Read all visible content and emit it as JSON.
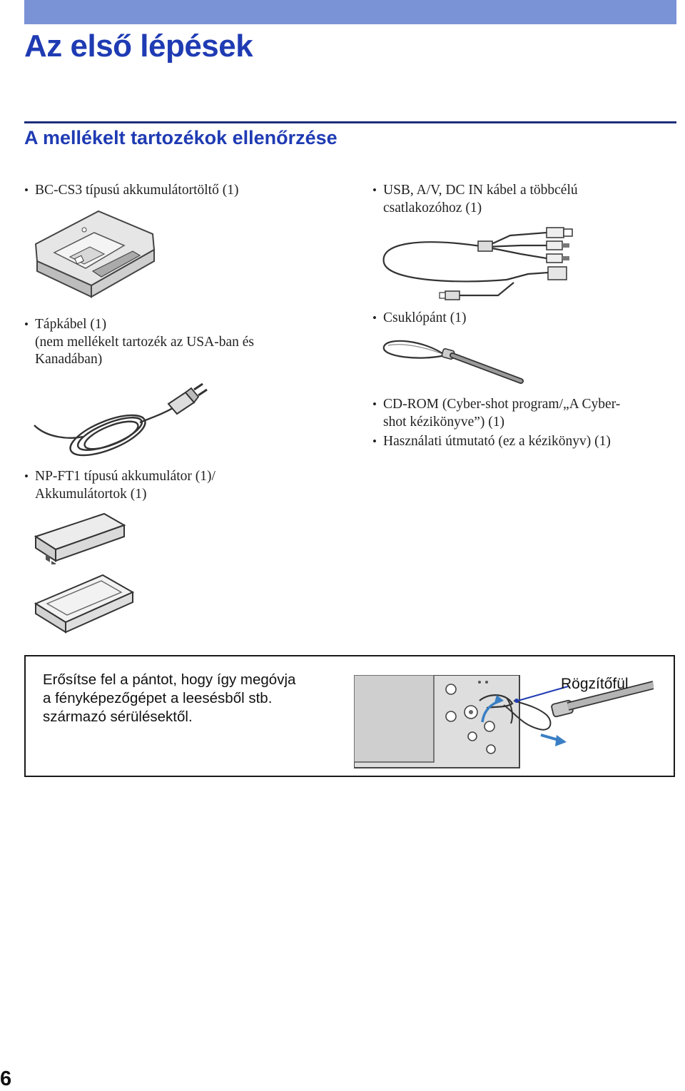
{
  "header": {
    "title": "Az első lépések"
  },
  "section": {
    "title": "A mellékelt tartozékok ellenőrzése"
  },
  "items": {
    "charger": [
      "BC-CS3 típusú akkumulátortöltő (1)"
    ],
    "usb_cable": [
      "USB, A/V, DC IN kábel a többcélú",
      "csatlakozóhoz (1)"
    ],
    "power_cord": [
      "Tápkábel (1)",
      "(nem mellékelt tartozék az USA-ban és",
      "Kanadában)"
    ],
    "wrist_strap": [
      "Csuklópánt (1)"
    ],
    "cd_rom": [
      "CD-ROM (Cyber-shot program/„A Cyber-",
      "shot kézikönyve”) (1)"
    ],
    "manual": [
      "Használati útmutató (ez a kézikönyv) (1)"
    ],
    "battery": [
      "NP-FT1 típusú akkumulátor (1)/",
      "Akkumulátortok (1)"
    ]
  },
  "note": {
    "lines": [
      "Erősítse fel a pántot, hogy így megóvja",
      "a fényképezőgépet a leesésből stb.",
      "származó sérülésektől."
    ],
    "callout": "Rögzítőfül"
  },
  "footer": {
    "page_number": "6"
  },
  "colors": {
    "accent": "#1f3bb3",
    "bar": "#7a92d6",
    "arrow": "#3a7fc4"
  }
}
